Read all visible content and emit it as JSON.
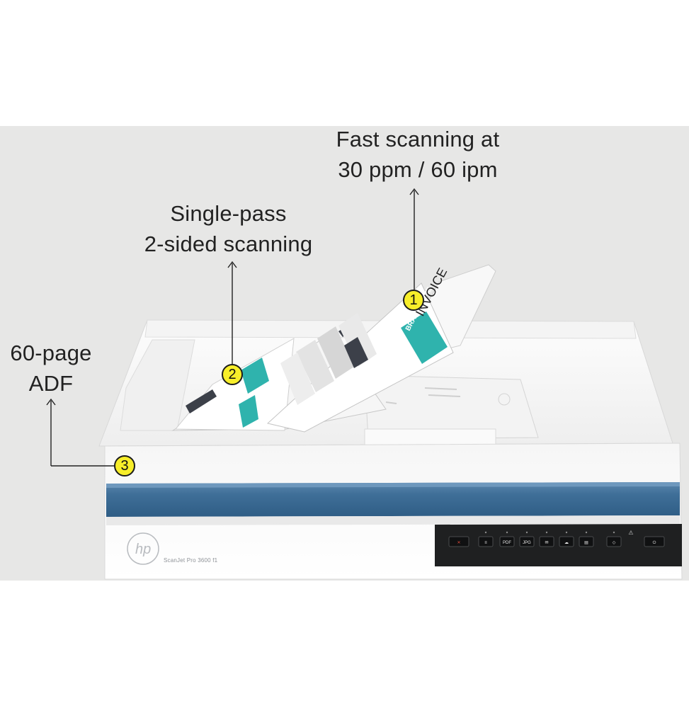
{
  "callouts": [
    {
      "number": "1",
      "line1": "Fast scanning at",
      "line2": "30 ppm / 60 ipm"
    },
    {
      "number": "2",
      "line1": "Single-pass",
      "line2": "2-sided scanning"
    },
    {
      "number": "3",
      "line1": "60-page",
      "line2": "ADF"
    }
  ],
  "device": {
    "brand": "hp",
    "model": "ScanJet Pro 3600 f1",
    "panel_buttons": [
      "cancel",
      "menu",
      "PDF",
      "JPG",
      "scan-to-email",
      "scan-to-cloud",
      "scan-to-document",
      "start",
      "power"
    ],
    "pdf_label": "PDF",
    "jpg_label": "JPG"
  },
  "document": {
    "brand_text": "BRAND NAME",
    "title_text": "INVOICE"
  },
  "colors": {
    "badge_yellow": "#f7ee2a",
    "accent_teal": "#2fb3ad",
    "scanner_blue": "#3f6f98",
    "panel_black": "#1f2021",
    "background_gray": "#e7e7e6"
  }
}
